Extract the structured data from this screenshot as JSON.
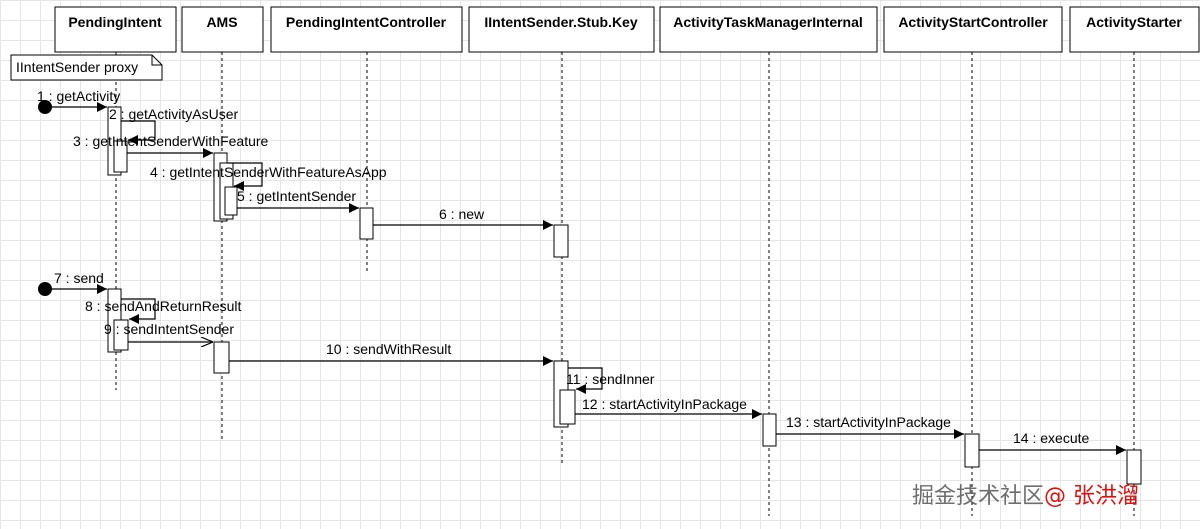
{
  "participants": [
    "PendingIntent",
    "AMS",
    "PendingIntentController",
    "IIntentSender.Stub.Key",
    "ActivityTaskManagerInternal",
    "ActivityStartController",
    "ActivityStarter"
  ],
  "note": "IIntentSender proxy",
  "messages": [
    "1 : getActivity",
    "2 : getActivityAsUser",
    "3 : getIntentSenderWithFeature",
    "4 : getIntentSenderWithFeatureAsApp",
    "5 : getIntentSender",
    "6 : new",
    "7 : send",
    "8 : sendAndReturnResult",
    "9 : sendIntentSender",
    "10 : sendWithResult",
    "11 : sendInner",
    "12 : startActivityInPackage",
    "13 : startActivityInPackage",
    "14 : execute"
  ],
  "watermark": {
    "site": "掘金技术社区",
    "author": "@ 张洪溜",
    "color": "#e01010"
  }
}
